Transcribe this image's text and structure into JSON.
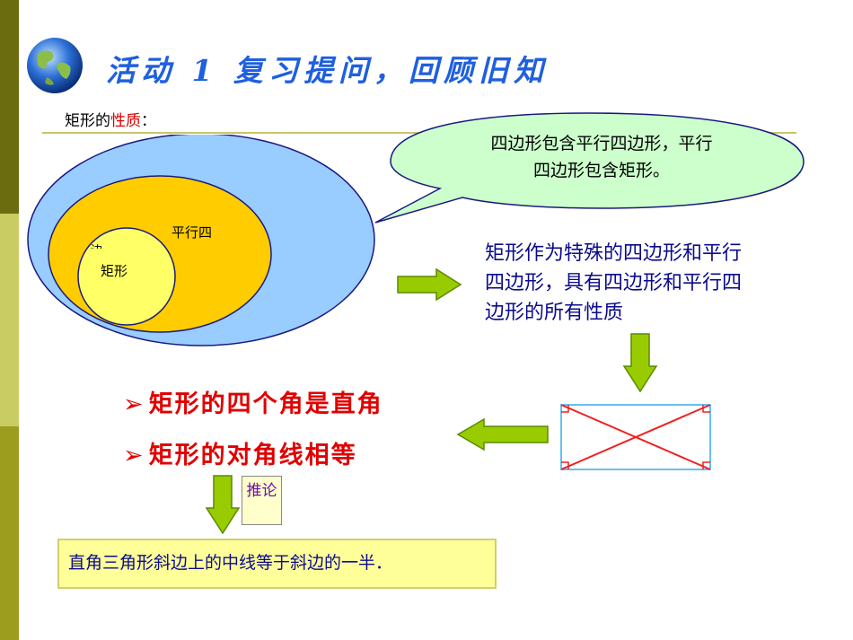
{
  "title": "活动 1   复习提问，回顾旧知",
  "subtitle_prefix": "矩形的",
  "subtitle_highlight": "性质",
  "subtitle_suffix": "：",
  "bubble_line1": "四边形包含平行四边形，平行",
  "bubble_line2": "四边形包含矩形。",
  "venn": {
    "outer_label": "",
    "middle_label": "平行四",
    "middle_clipped_char": "边",
    "inner_label": "矩形"
  },
  "property_line1": "矩形作为特殊的四边形和平行",
  "property_line2": "四边形，具有四边形和平行四",
  "property_line3": "边形的所有性质",
  "bullet_marker": "➢",
  "bullet1": "矩形的四个角是直角",
  "bullet2": "矩形的对角线相等",
  "infer_label": "推论",
  "conclusion": "直角三角形斜边上的中线等于斜边的一半．",
  "colors": {
    "title": "#1f5fe0",
    "red_text": "#e00000",
    "blue_text": "#0b0b8c",
    "arrow_fill": "#99cc00",
    "arrow_stroke": "#5a8a00",
    "bubble_fill": "#ccffcc",
    "outer_ellipse": "#99ccff",
    "middle_ellipse": "#ffcc00",
    "inner_circle": "#ffff66"
  },
  "icons": [
    "globe-icon",
    "right-arrow-icon",
    "down-arrow-icon",
    "left-arrow-icon",
    "rectangle-diagram-icon"
  ]
}
